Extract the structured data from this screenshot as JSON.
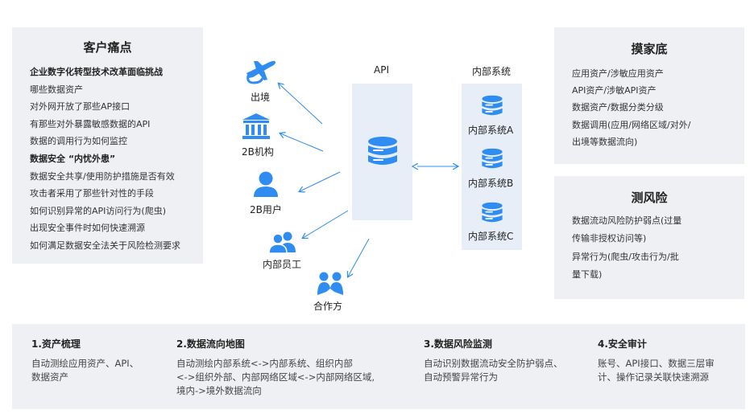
{
  "pain": {
    "title": "客户痛点",
    "lines": [
      {
        "text": "企业数字化转型技术改革面临挑战",
        "bold": true
      },
      {
        "text": "哪些数据资产",
        "bold": false
      },
      {
        "text": "对外网开放了那些AP接口",
        "bold": false
      },
      {
        "text": "有那些对外暴露敏感数据的API",
        "bold": false
      },
      {
        "text": "数据的调用行为如何监控",
        "bold": false
      },
      {
        "text": "数据安全 “内忧外患”",
        "bold": true
      },
      {
        "text": "数据安全共享/使用防护措施是否有效",
        "bold": false
      },
      {
        "text": "攻击者采用了那些针对性的手段",
        "bold": false
      },
      {
        "text": "如何识别异常的API访问行为(爬虫)",
        "bold": false
      },
      {
        "text": "出现安全事件时如何快速溯源",
        "bold": false
      },
      {
        "text": "如何满足数据安全法关于风险检测要求",
        "bold": false
      }
    ]
  },
  "assets": {
    "title": "摸家底",
    "lines": [
      "应用资产/涉敏应用资产",
      "API资产/涉敏API资产",
      "数据资产/数据分类分级",
      "数据调用(应用/网络区域/对外/",
      "出境等数据流向)"
    ]
  },
  "risk": {
    "title": "测风险",
    "lines": [
      "数据流动风险防护弱点(过量",
      "传输非授权访问等)",
      "异常行为(爬虫/攻击行为/批",
      "量下载)"
    ]
  },
  "center": {
    "api_label": "API",
    "internal_label": "内部系统",
    "internal_systems": [
      "内部系统A",
      "内部系统B",
      "内部系统C"
    ]
  },
  "consumers": {
    "abroad": "出境",
    "org": "2B机构",
    "user": "2B用户",
    "staff": "内部员工",
    "partner": "合作方"
  },
  "features": [
    {
      "title": "1.资产梳理",
      "desc": [
        "自动测绘应用资产、API、",
        "数据资产"
      ]
    },
    {
      "title": "2.数据流向地图",
      "desc": [
        "自动测绘内部系统<->内部系统、组织内部",
        "<->组织外部、内部网络区域<->内部网络区域,",
        "境内->境外数据流向"
      ]
    },
    {
      "title": "3.数据风险监测",
      "desc": [
        "自动识别数据流动安全防护弱点、",
        "自动预警异常行为"
      ]
    },
    {
      "title": "4.安全审计",
      "desc": [
        "账号、API接口、数据三层审",
        "计、操作记录关联快速溯源"
      ]
    }
  ],
  "colors": {
    "accent": "#2f8cf0",
    "panel": "#eef0f3",
    "center_box": "#e7eef8"
  }
}
